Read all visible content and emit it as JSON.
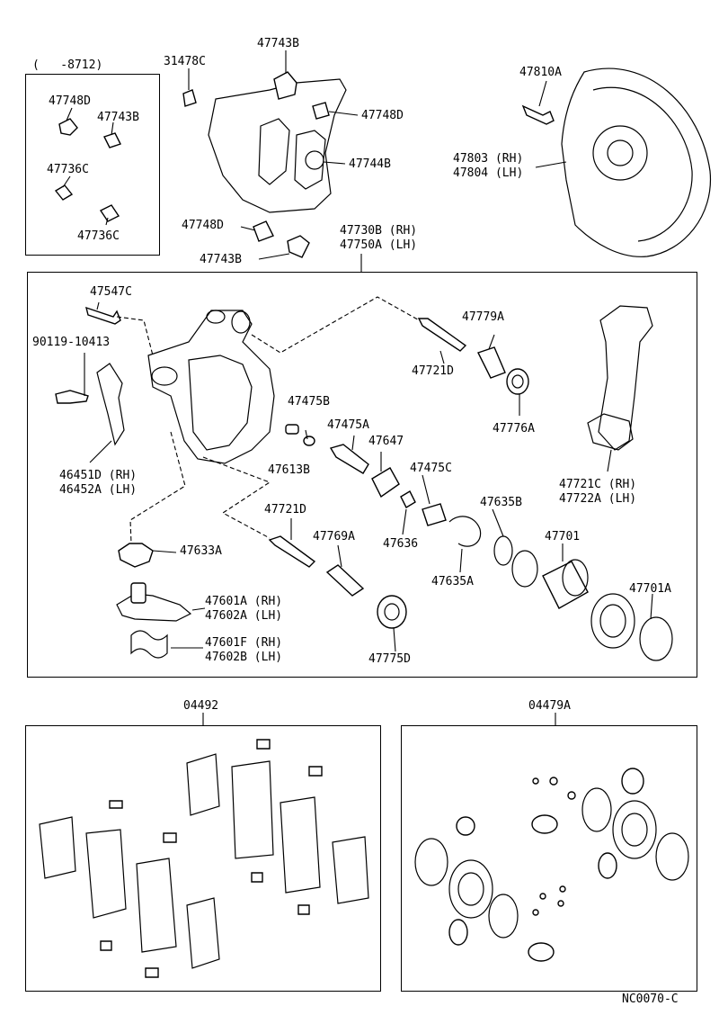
{
  "labels": {
    "top_inset_range": "(   -8712)",
    "p31478C": "31478C",
    "p47743B_top": "47743B",
    "p47748D_right": "47748D",
    "p47744B": "47744B",
    "p47748D_inset": "47748D",
    "p47743B_inset": "47743B",
    "p47736C_a": "47736C",
    "p47736C_b": "47736C",
    "p47748D_bottom": "47748D",
    "p47743B_bottom": "47743B",
    "p47730B": "47730B (RH)",
    "p47750A": "47750A (LH)",
    "p47810A": "47810A",
    "p47803": "47803 (RH)",
    "p47804": "47804 (LH)",
    "p47547C": "47547C",
    "p90119": "90119-10413",
    "p46451D": "46451D (RH)",
    "p46452A": "46452A (LH)",
    "p47633A": "47633A",
    "p47601A": "47601A (RH)",
    "p47602A": "47602A (LH)",
    "p47601F": "47601F (RH)",
    "p47602B": "47602B (LH)",
    "p47475B": "47475B",
    "p47475A": "47475A",
    "p47647": "47647",
    "p47613B": "47613B",
    "p47779A": "47779A",
    "p47721D_top": "47721D",
    "p47776A": "47776A",
    "p47721C": "47721C (RH)",
    "p47722A": "47722A (LH)",
    "p47721D_mid": "47721D",
    "p47769A": "47769A",
    "p47475C": "47475C",
    "p47636": "47636",
    "p47635B": "47635B",
    "p47635A": "47635A",
    "p47701": "47701",
    "p47701A": "47701A",
    "p47775D": "47775D",
    "kit_pads": "04492",
    "kit_seals": "04479A",
    "diagram_code": "NC0070-C"
  }
}
